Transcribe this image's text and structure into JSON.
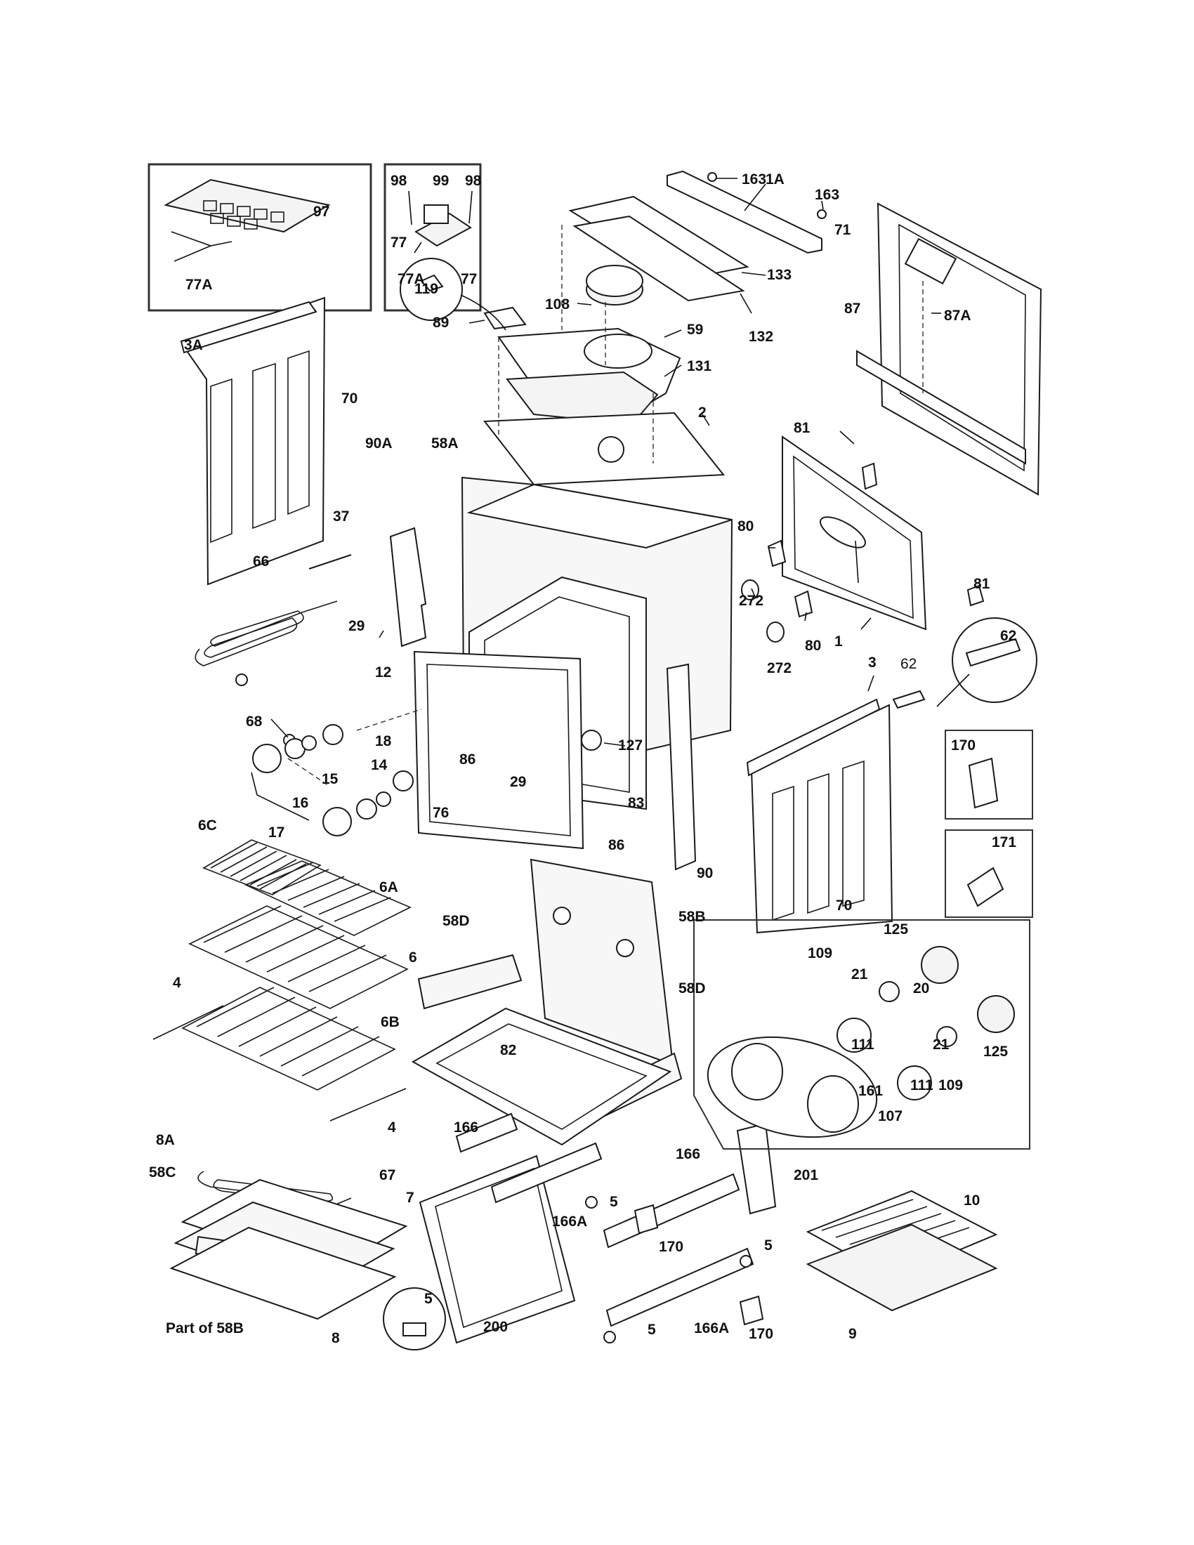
{
  "labels": {
    "l97": "97",
    "l77A_board": "77A",
    "l98a": "98",
    "l99": "99",
    "l98b": "98",
    "l77a": "77",
    "l77A_xfmr": "77A",
    "l77b": "77",
    "l163a": "163",
    "l1A": "1A",
    "l163b": "163",
    "l71": "71",
    "l133": "133",
    "l132": "132",
    "l108": "108",
    "l89": "89",
    "l59": "59",
    "l87": "87",
    "l87A": "87A",
    "l131": "131",
    "l119": "119",
    "l3A": "3A",
    "l70a": "70",
    "l90A": "90A",
    "l58A": "58A",
    "l2": "2",
    "l81a": "81",
    "l37": "37",
    "l80a": "80",
    "l81b": "81",
    "l272a": "272",
    "l66": "66",
    "l29a": "29",
    "l80b": "80",
    "l1": "1",
    "l62a": "62",
    "l272b": "272",
    "l12": "12",
    "l3": "3",
    "l62b": "62",
    "l68": "68",
    "l127": "127",
    "l18": "18",
    "l86a": "86",
    "l14": "14",
    "l29b": "29",
    "l15": "15",
    "l16": "16",
    "l76": "76",
    "l83": "83",
    "l170box": "170",
    "l17": "17",
    "l86b": "86",
    "l6C": "6C",
    "l90": "90",
    "l171box": "171",
    "l6A": "6A",
    "l70b": "70",
    "l58D_a": "58D",
    "l58B": "58B",
    "l125a": "125",
    "l6": "6",
    "l109a": "109",
    "l21a": "21",
    "l20": "20",
    "l4a": "4",
    "l58D_b": "58D",
    "l6B": "6B",
    "l82": "82",
    "l111a": "111",
    "l21b": "21",
    "l125b": "125",
    "l111b": "111",
    "l109b": "109",
    "l161": "161",
    "l4b": "4",
    "l166a": "166",
    "l107": "107",
    "l8A": "8A",
    "l58C": "58C",
    "l67": "67",
    "l166b": "166",
    "l201": "201",
    "l5a": "5",
    "l7": "7",
    "l10": "10",
    "l166A_a": "166A",
    "l170a": "170",
    "l5b": "5",
    "l5c": "5",
    "l200": "200",
    "l8": "8",
    "l166A_b": "166A",
    "l5d": "5",
    "l170b": "170",
    "l9": "9",
    "part_of_58B": "Part of 58B"
  }
}
